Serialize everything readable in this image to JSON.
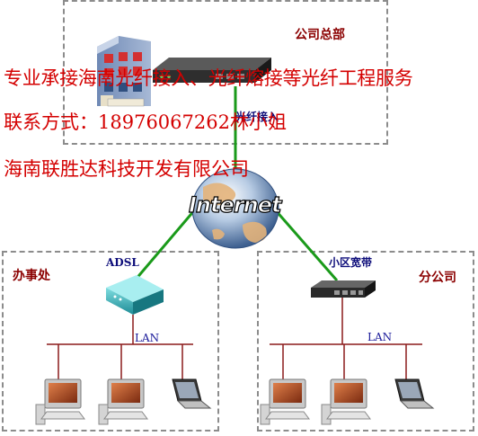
{
  "hq": {
    "title": "公司总部",
    "fiber_label": "光纤接入"
  },
  "internet_label": "Internet",
  "office": {
    "title": "办事处",
    "device_label": "ADSL",
    "lan_label": "LAN"
  },
  "branch": {
    "title": "分公司",
    "device_label": "小区宽带",
    "lan_label": "LAN"
  },
  "overlay": {
    "line1": "专业承接海南光纤接入、光纤熔接等光纤工程服务",
    "line2": "联系方式：18976067262林小姐",
    "line3": "海南联胜达科技开发有限公司"
  },
  "colors": {
    "overlay_text": "#d40000",
    "title_text": "#8b0000",
    "link_line": "#1a9a1a",
    "lan_line": "#8b1a1a",
    "border": "#8c8c8c"
  }
}
